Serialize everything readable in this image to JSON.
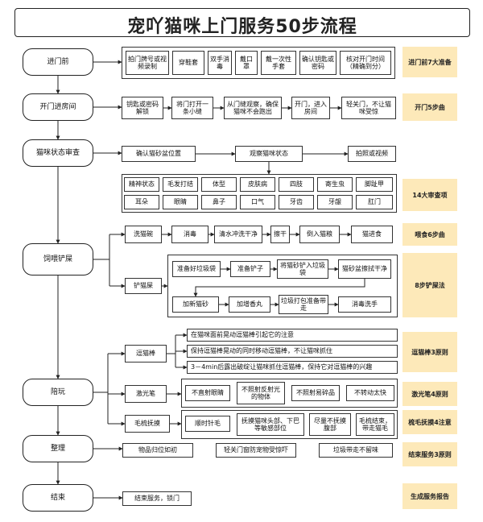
{
  "title": "宠吖猫咪上门服务50步流程",
  "stages": [
    "进门前",
    "开门进房间",
    "猫咪状态审查",
    "饲喂铲屎",
    "陪玩",
    "整理",
    "结束"
  ],
  "pre_entry_steps": [
    "拍门牌号或视频录制",
    "穿鞋套",
    "双手消毒",
    "戴口罩",
    "戴一次性手套",
    "确认钥匙或密码",
    "核对开门时间（精确到分）"
  ],
  "entry_steps": [
    "钥匙或密码解锁",
    "将门打开一条小缝",
    "从门缝观察，确保猫咪不会跑出",
    "开门，进入房间",
    "轻关门，不让猫咪受惊"
  ],
  "check_steps": [
    "确认猫砂盆位置",
    "观察猫咪状态",
    "拍照或视频"
  ],
  "check_items": [
    [
      "精神状态",
      "毛发打结",
      "体型",
      "皮肤病",
      "四肢",
      "寄生虫",
      "脚趾甲"
    ],
    [
      "耳朵",
      "眼睛",
      "鼻子",
      "口气",
      "牙齿",
      "牙龈",
      "肛门"
    ]
  ],
  "feeding": {
    "wash_bowl": "洗猫碗",
    "steps": [
      "消毒",
      "清水冲洗干净",
      "擦干",
      "倒入猫粮",
      "猫进食"
    ]
  },
  "litter": {
    "label": "铲猫屎",
    "row1": [
      "准备好垃圾袋",
      "准备铲子",
      "将猫砂铲入垃圾袋",
      "猫砂盆擦拭干净"
    ],
    "row2": [
      "加新猫砂",
      "加增香丸",
      "垃圾打包准备带走",
      "消毒洗手"
    ]
  },
  "play": {
    "teaser": "逗猫棒",
    "teaser_rules": [
      "在猫咪面前晃动逗猫棒引起它的注意",
      "保持逗猫棒晃动的同时移动逗猫棒，不让猫咪抓住",
      "3－4min后露出破绽让猫咪抓住逗猫棒，保持它对逗猫棒的兴趣"
    ],
    "laser": "激光笔",
    "laser_rules": [
      "不直射眼睛",
      "不照射反射光的物体",
      "不照射易碎品",
      "不转动太快"
    ],
    "brush": "毛梳抚摸",
    "brush_rules": [
      "顺时针毛",
      "抚摸猫咪头部、下巴等敏感部位",
      "尽量不抚摸腹部",
      "毛梳结束，带走猫毛"
    ]
  },
  "tidy_steps": [
    "物品归位如初",
    "轻关门窗防宠物受惊吓",
    "垃圾带走不留味"
  ],
  "end_steps": [
    "结束服务，锁门"
  ],
  "side_labels": [
    "进门前7大准备",
    "开门5步曲",
    "14大审查项",
    "喂食6步曲",
    "8步铲屎法",
    "逗猫棒3原则",
    "激光笔4原则",
    "梳毛抚摸4注意",
    "结束服务3原则",
    "生成服务报告"
  ],
  "colors": {
    "label_bg": "#fde9b9",
    "line": "#222222",
    "box_border": "#333333"
  }
}
